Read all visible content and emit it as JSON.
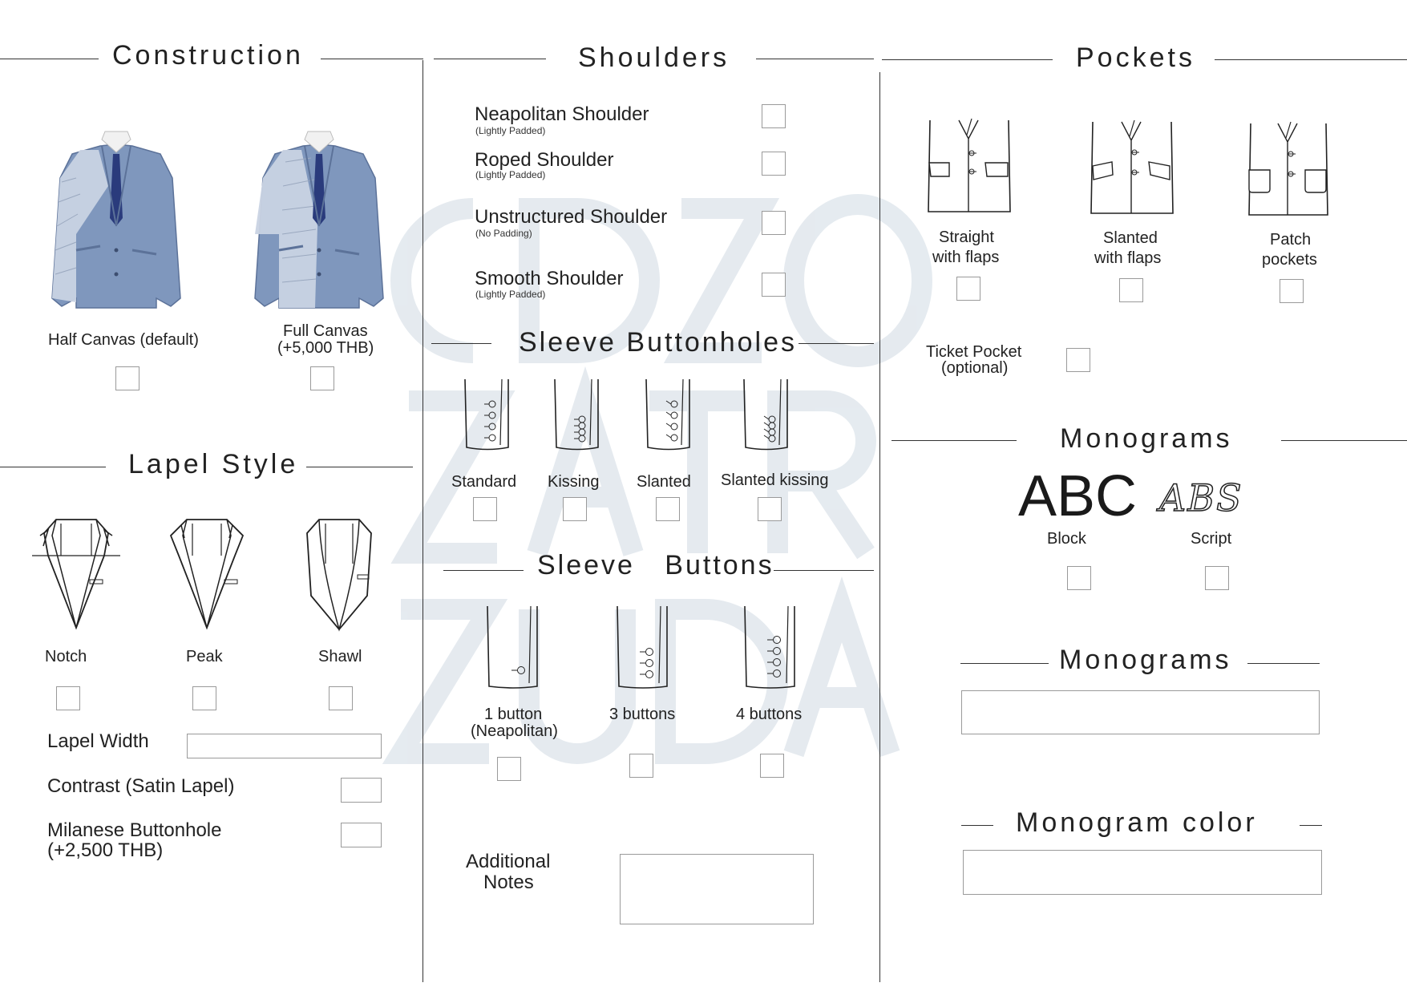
{
  "construction": {
    "title": "Construction",
    "options": [
      {
        "label": "Half Canvas (default)"
      },
      {
        "label": "Full Canvas",
        "label2": "(+5,000 THB)"
      }
    ]
  },
  "lapel_style": {
    "title": "Lapel Style",
    "options": [
      {
        "label": "Notch"
      },
      {
        "label": "Peak"
      },
      {
        "label": "Shawl"
      }
    ],
    "width_label": "Lapel Width",
    "contrast_label": "Contrast (Satin Lapel)",
    "milanese_label": "Milanese Buttonhole",
    "milanese_price": "(+2,500 THB)"
  },
  "shoulders": {
    "title": "Shoulders",
    "options": [
      {
        "label": "Neapolitan Shoulder",
        "note": "(Lightly Padded)"
      },
      {
        "label": "Roped Shoulder",
        "note": "(Lightly Padded)"
      },
      {
        "label": "Unstructured Shoulder",
        "note": "(No Padding)"
      },
      {
        "label": "Smooth Shoulder",
        "note": "(Lightly Padded)"
      }
    ]
  },
  "sleeve_buttonholes": {
    "title": "Sleeve Buttonholes",
    "options": [
      {
        "label": "Standard"
      },
      {
        "label": "Kissing"
      },
      {
        "label": "Slanted"
      },
      {
        "label": "Slanted kissing"
      }
    ]
  },
  "sleeve_buttons": {
    "title": "Sleeve   Buttons",
    "options": [
      {
        "label": "1 button",
        "label2": "(Neapolitan)"
      },
      {
        "label": "3 buttons"
      },
      {
        "label": "4 buttons"
      }
    ]
  },
  "additional_notes": {
    "line1": "Additional",
    "line2": "Notes"
  },
  "pockets": {
    "title": "Pockets",
    "options": [
      {
        "line1": "Straight",
        "line2": "with flaps"
      },
      {
        "line1": "Slanted",
        "line2": "with flaps"
      },
      {
        "line1": "Patch",
        "line2": "pockets"
      }
    ],
    "ticket_line1": "Ticket Pocket",
    "ticket_line2": "(optional)"
  },
  "monograms_style": {
    "title": "Monograms",
    "block_sample": "ABC",
    "script_sample": "ABS",
    "block_label": "Block",
    "script_label": "Script"
  },
  "monograms_text": {
    "title": "Monograms"
  },
  "monogram_color": {
    "title": "Monogram color"
  },
  "colors": {
    "jacket": "#7f97bd",
    "canvas": "#c9d3e3",
    "tie": "#2a3b7c",
    "line": "#333333",
    "watermark": "#dde5ea"
  },
  "watermark_letters": "CDZO ZATR ZUDA"
}
